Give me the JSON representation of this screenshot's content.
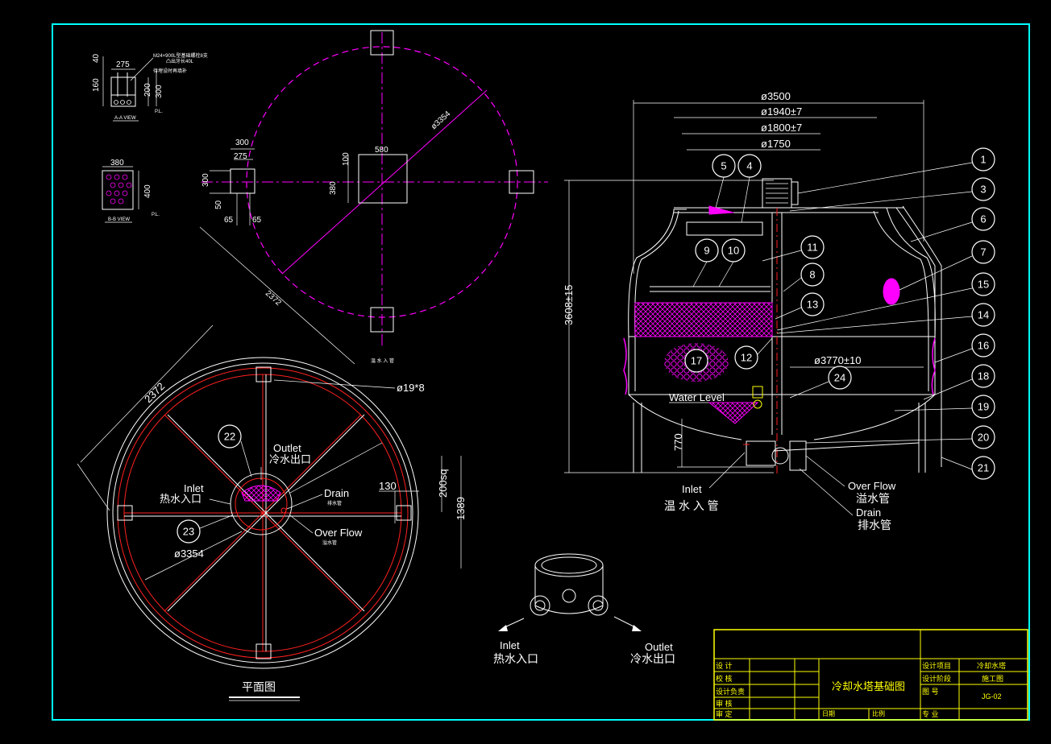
{
  "colors": {
    "frame": "#00ffff",
    "title_block": "#ffff00",
    "magenta": "#ff00ff",
    "red": "#ff2020",
    "lines": "#ffffff"
  },
  "detail_aa": {
    "dims": [
      "40",
      "160",
      "275",
      "200",
      "300"
    ],
    "note1": "M24×900L型基础螺栓8支",
    "note2": "凸出牙长40L",
    "note3": "待埋设时再填补",
    "view": "A-A VIEW",
    "pl": "P.L."
  },
  "detail_bb": {
    "dims": [
      "380",
      "400"
    ],
    "view": "B-B VIEW",
    "pl": "P.L."
  },
  "foundation_plan": {
    "dims": [
      "300",
      "275",
      "300",
      "50",
      "65",
      "65",
      "580",
      "100",
      "380",
      "2372",
      "ø3354"
    ],
    "hot_water_inlet": "温 水 入 管"
  },
  "plan_view": {
    "dims": {
      "d2372": "2372",
      "d19x8": "ø19*8",
      "d130": "130",
      "d200sq": "200sq",
      "d1389": "1389",
      "d3354": "ø3354"
    },
    "outlet_en": "Outlet",
    "outlet_cn": "冷水出口",
    "inlet_en": "Inlet",
    "inlet_cn": "热水入口",
    "drain_en": "Drain",
    "drain_cn": "排水管",
    "overflow_en": "Over Flow",
    "overflow_cn": "溢水管",
    "caption": "平面图",
    "balloons": [
      "22",
      "23"
    ]
  },
  "elevation": {
    "dims": {
      "d3500": "ø3500",
      "d1940": "ø1940±7",
      "d1800": "ø1800±7",
      "d1750": "ø1750",
      "d3608": "3608±15",
      "d3770": "ø3770±10",
      "d770": "770"
    },
    "water_level": "Water  Level",
    "inlet_en": "Inlet",
    "inlet_cn": "温 水 入 管",
    "overflow_en": "Over Flow",
    "overflow_cn": "溢水管",
    "drain_en": "Drain",
    "drain_cn": "排水管",
    "balloons": [
      "1",
      "3",
      "6",
      "7",
      "8",
      "13",
      "14",
      "15",
      "16",
      "18",
      "19",
      "20",
      "21",
      "5",
      "4",
      "9",
      "10",
      "11",
      "12",
      "17",
      "24"
    ]
  },
  "basin_detail": {
    "inlet_en": "Inlet",
    "inlet_cn": "热水入口",
    "outlet_en": "Outlet",
    "outlet_cn": "冷水出口"
  },
  "title_block": {
    "design": "设  计",
    "check": "校  核",
    "responsible": "设计负责",
    "review": "审  核",
    "approve": "审  定",
    "drawing_title": "冷却水塔基础图",
    "project_label": "设计项目",
    "project_value": "冷却水塔",
    "stage_label": "设计阶段",
    "stage_value": "施工图",
    "number_label": "图  号",
    "number_value": "JG-02",
    "date_label": "日期",
    "scale_label": "比例",
    "major_label": "专  业"
  }
}
